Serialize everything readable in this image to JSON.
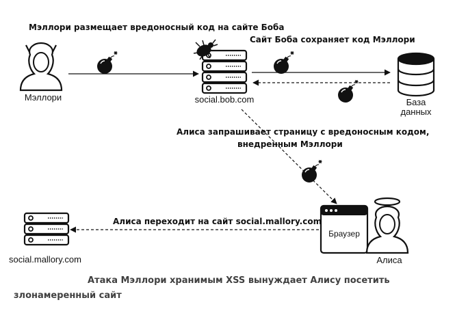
{
  "labels": {
    "mallory_action": "Мэллори размещает вредоносный код на сайте Боба",
    "bob_saves": "Сайт Боба сохраняет код Мэллори",
    "alice_requests_line1": "Алиса запрашивает страницу с вредоносным кодом,",
    "alice_requests_line2": "внедренным Мэллори",
    "alice_visits": "Алиса переходит на сайт social.mallory.com"
  },
  "actors": {
    "mallory": "Мэллори",
    "bob_server": "social.bob.com",
    "database_line1": "База",
    "database_line2": "данных",
    "browser": "Браузер",
    "alice": "Алиса",
    "mallory_server": "social.mallory.com"
  },
  "caption": {
    "line1": "Атака Мэллори хранимым XSS вынуждает Алису посетить",
    "line2": "злонамеренный сайт"
  }
}
